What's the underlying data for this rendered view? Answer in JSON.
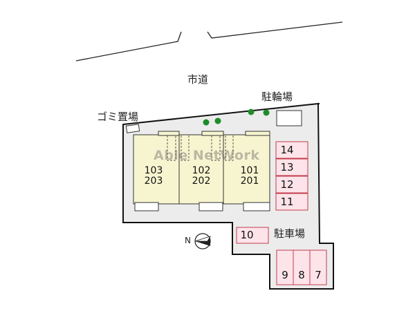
{
  "labels": {
    "city_road": "市道",
    "bicycle_parking": "駐輪場",
    "garbage_area": "ゴミ置場",
    "parking_lot": "駐車場",
    "north": "N"
  },
  "watermark": "Able NetWork",
  "units": [
    {
      "lower": "103",
      "upper": "203"
    },
    {
      "lower": "102",
      "upper": "202"
    },
    {
      "lower": "101",
      "upper": "201"
    }
  ],
  "parking_spaces": {
    "right_column": [
      "14",
      "13",
      "12",
      "11"
    ],
    "middle": "10",
    "bottom_row": [
      "9",
      "8",
      "7"
    ]
  },
  "colors": {
    "lot_fill": "#ececec",
    "building_fill": "#f7f5cf",
    "parking_fill": "#fde4ea",
    "parking_border": "#c23b4a",
    "tree": "#1e8c2a"
  }
}
